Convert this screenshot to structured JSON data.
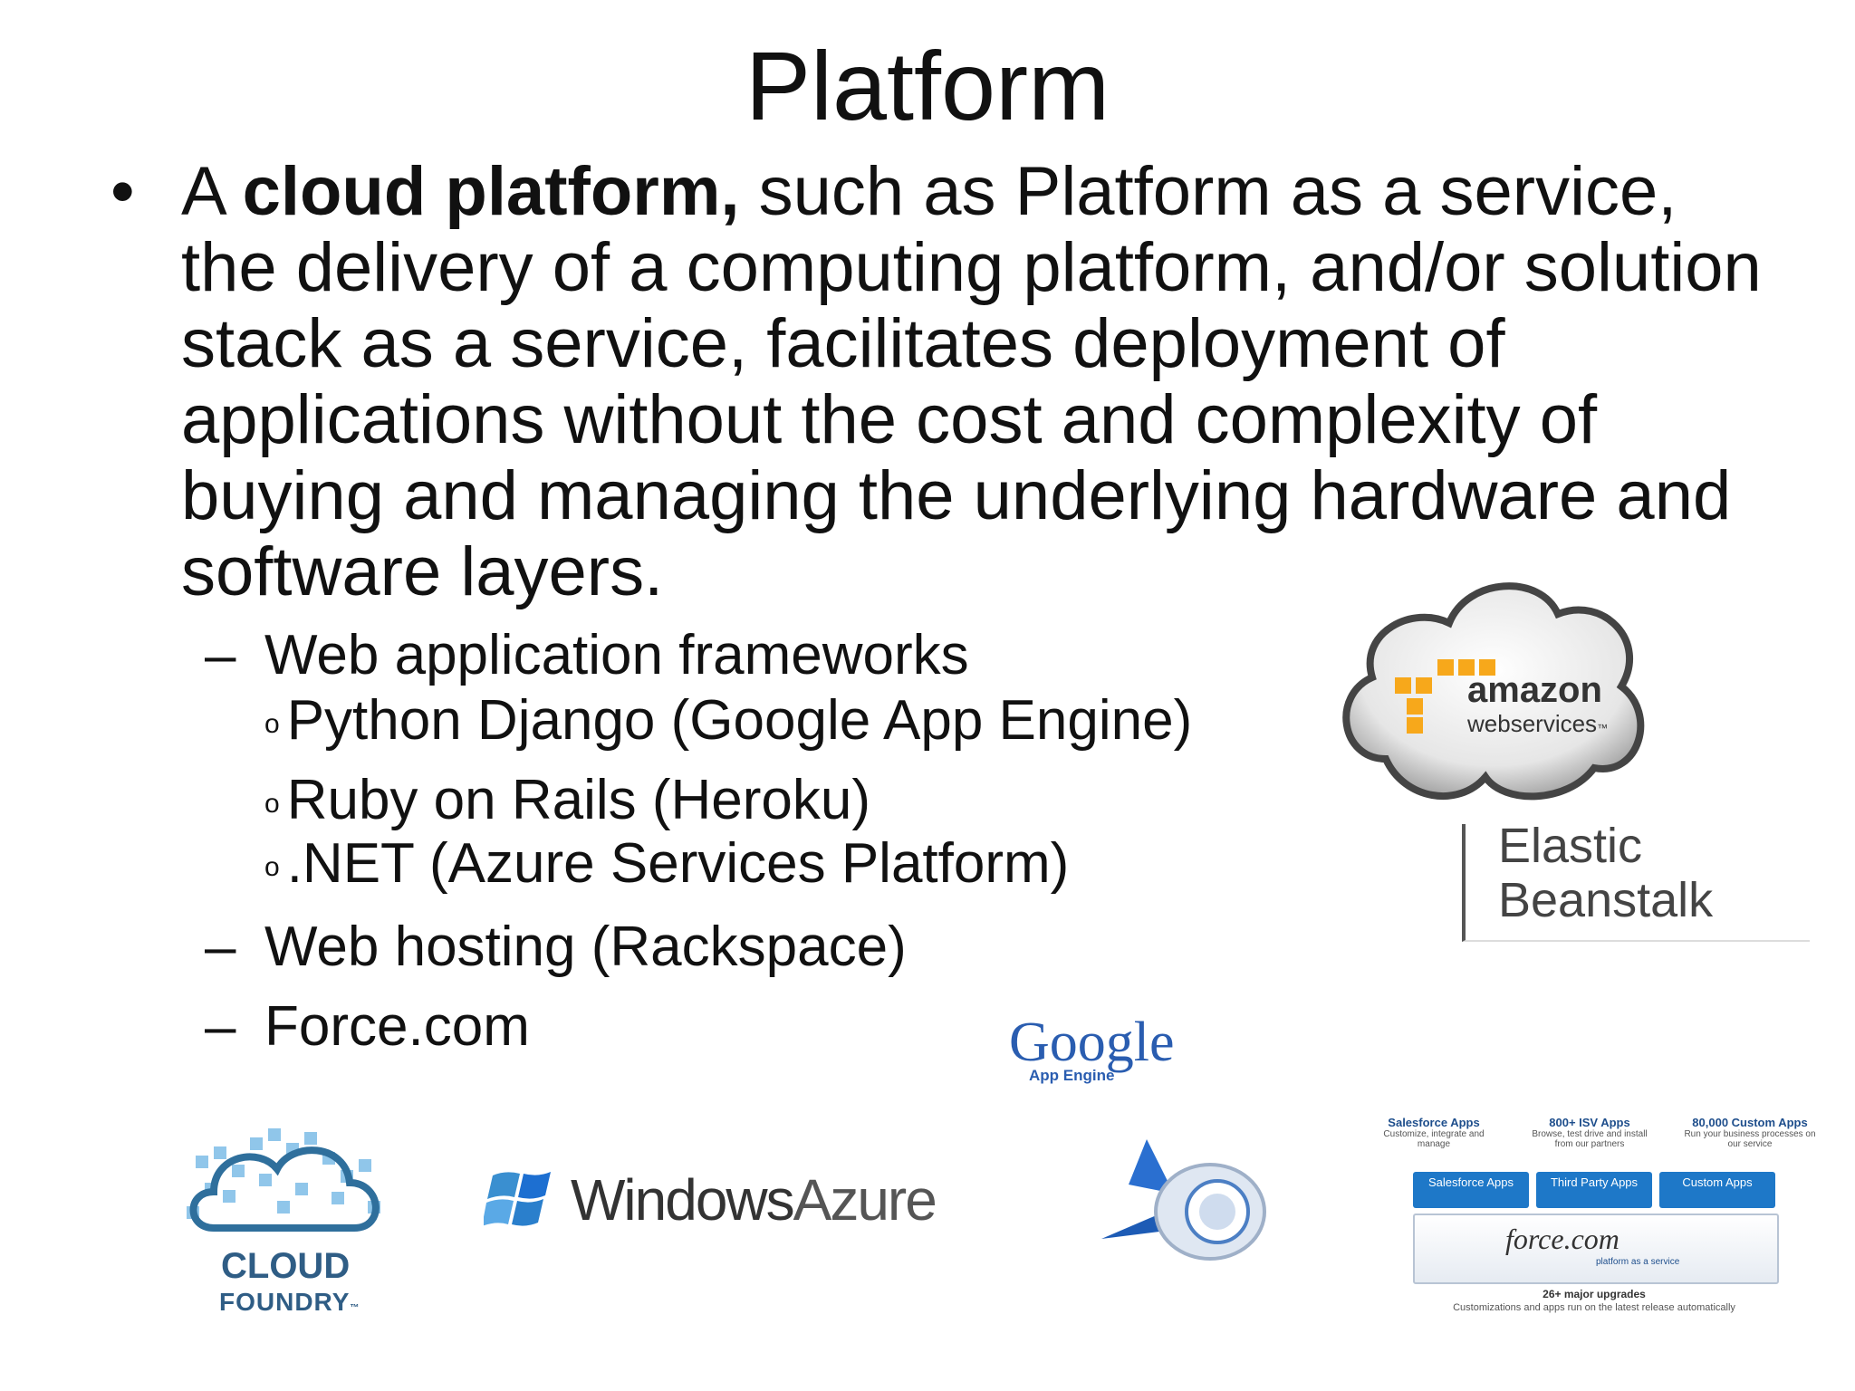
{
  "slide": {
    "title": "Platform",
    "bullet": {
      "prefix": "A ",
      "bold": "cloud platform,",
      "rest": " such as Platform as a service, the delivery of a computing platform, and/or solution stack as a service, facilitates deployment of applications without the cost and complexity of buying and managing the underlying hardware and software layers."
    },
    "sub_items": [
      {
        "dash": "–",
        "label": "Web application frameworks"
      },
      {
        "dash": "–",
        "label": "Web hosting (Rackspace)"
      },
      {
        "dash": "–",
        "label": "Force.com"
      }
    ],
    "frameworks": [
      {
        "marker": "o",
        "label": "Python Django (Google App Engine)"
      },
      {
        "marker": "o",
        "label": "Ruby on Rails (Heroku)"
      },
      {
        "marker": "o",
        "label": ".NET (Azure Services Platform)"
      }
    ]
  },
  "logos": {
    "amazon": {
      "name": "amazon",
      "sub": "webservices",
      "tm": "™"
    },
    "beanstalk": {
      "line1": "Elastic",
      "line2": "Beanstalk"
    },
    "google": {
      "name": "Google",
      "sub": "App Engine"
    },
    "cloudfoundry": {
      "line1": "CLOUD",
      "line2": "FOUNDRY",
      "tm": "™"
    },
    "azure": {
      "name": "Windows",
      "name2": "Azure"
    },
    "force": {
      "headers": [
        {
          "title": "Salesforce Apps",
          "desc": "Customize, integrate and manage"
        },
        {
          "title": "800+ ISV Apps",
          "desc": "Browse, test drive and install from our partners"
        },
        {
          "title": "80,000 Custom Apps",
          "desc": "Run your business processes on our service"
        }
      ],
      "boxes": [
        "Salesforce Apps",
        "Third Party Apps",
        "Custom Apps"
      ],
      "platform": "force.com",
      "platform_sub": "platform as a service",
      "footer1": "26+ major upgrades",
      "footer2": "Customizations and apps run on the latest release automatically"
    }
  },
  "colors": {
    "amazon_orange": "#f7a81b",
    "azure_blue": "#1d6fd1",
    "force_blue": "#1e78c8",
    "cloud_blue": "#3a8fd0"
  }
}
